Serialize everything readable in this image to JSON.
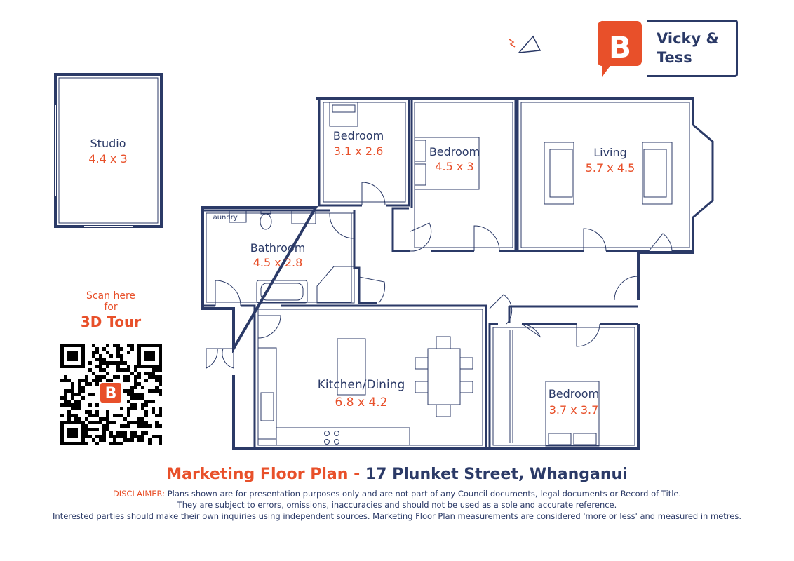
{
  "brand": {
    "name_line1": "Vicky &",
    "name_line2": "Tess",
    "logo_letter": "B",
    "accent_color": "#e8502a",
    "navy_color": "#2b3a67"
  },
  "rooms": [
    {
      "key": "studio",
      "name": "Studio",
      "dims": "4.4 x 3"
    },
    {
      "key": "bedroom1",
      "name": "Bedroom",
      "dims": "3.1 x 2.6"
    },
    {
      "key": "bedroom2",
      "name": "Bedroom",
      "dims": "4.5 x 3"
    },
    {
      "key": "living",
      "name": "Living",
      "dims": "5.7 x 4.5"
    },
    {
      "key": "laundry",
      "name": "Laundry",
      "dims": ""
    },
    {
      "key": "bathroom",
      "name": "Bathroom",
      "dims": "4.5 x 2.8"
    },
    {
      "key": "kitchen",
      "name": "Kitchen/Dining",
      "dims": "6.8 x 4.2"
    },
    {
      "key": "bedroom3",
      "name": "Bedroom",
      "dims": "3.7 x 3.7"
    }
  ],
  "scan": {
    "line1": "Scan here",
    "line2": "for",
    "line3": "3D Tour"
  },
  "footer": {
    "title_prefix": "Marketing Floor Plan - ",
    "address": "17 Plunket Street, Whanganui",
    "disclaimer_label": "DISCLAIMER:",
    "disclaimer_line1": "Plans shown are for presentation purposes only and are not part of any Council documents, legal documents or Record of Title.",
    "disclaimer_line2": "They are subject to errors, omissions, inaccuracies and should not be used as a sole and accurate reference.",
    "disclaimer_line3": "Interested parties should make their own inquiries using independent sources. Marketing Floor Plan measurements are considered 'more or less' and measured in metres."
  },
  "icons": {
    "north": "north-arrow-icon",
    "logo": "speech-bubble-logo-icon",
    "qr": "qr-code-icon"
  }
}
